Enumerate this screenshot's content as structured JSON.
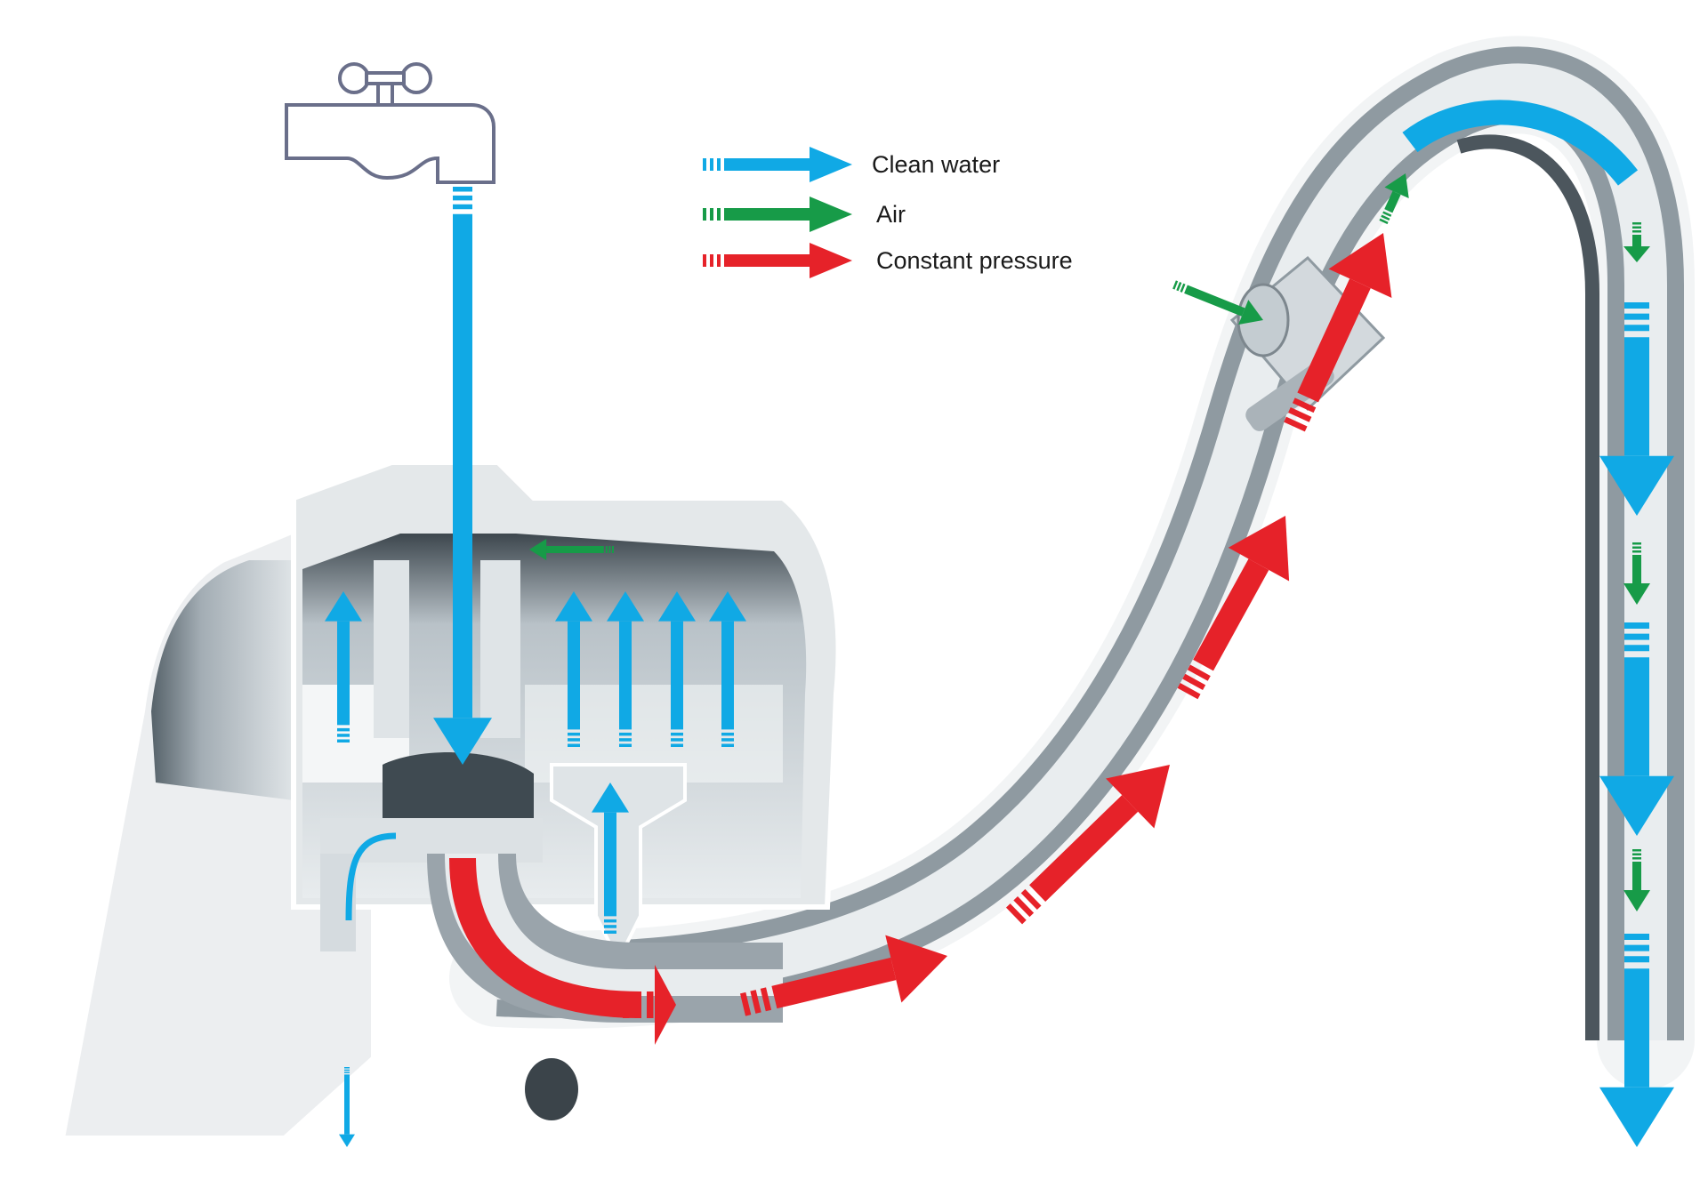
{
  "legend": {
    "items": [
      {
        "label": "Clean water",
        "color": "#10a9e5",
        "icon": "water-arrow-icon"
      },
      {
        "label": "Air",
        "color": "#179b48",
        "icon": "air-arrow-icon"
      },
      {
        "label": "Constant pressure",
        "color": "#e62229",
        "icon": "pressure-arrow-icon"
      }
    ]
  },
  "colors": {
    "water": "#10a9e5",
    "air": "#179b48",
    "pressure": "#e62229",
    "body_shadow": "#6c777e",
    "body_light": "#e9ecee",
    "tube": "#c6cdd2",
    "tap": "#6a6f8a"
  },
  "icons": {
    "tap": "tap-icon"
  }
}
